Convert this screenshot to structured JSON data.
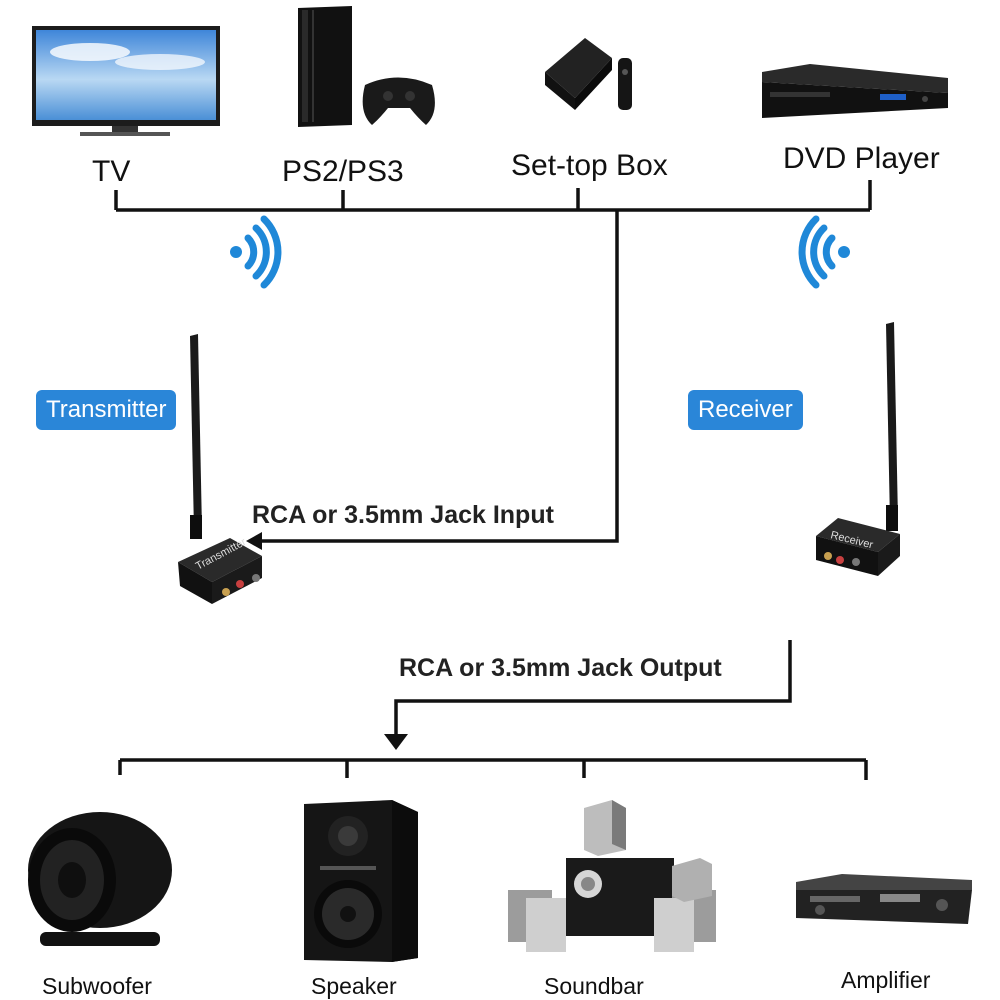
{
  "sources": {
    "tv": "TV",
    "ps": "PS2/PS3",
    "settop": "Set-top Box",
    "dvd": "DVD Player"
  },
  "devices": {
    "transmitter_badge": "Transmitter",
    "receiver_badge": "Receiver",
    "transmitter_print": "Transmitter",
    "receiver_print": "Receiver"
  },
  "connections": {
    "input": "RCA or 3.5mm Jack Input",
    "output": "RCA or 3.5mm Jack Output"
  },
  "outputs": {
    "subwoofer": "Subwoofer",
    "speaker": "Speaker",
    "soundbar": "Soundbar",
    "amplifier": "Amplifier"
  },
  "colors": {
    "accent": "#2a86d8",
    "line": "#111111"
  },
  "icons": [
    "tv-icon",
    "game-console-icon",
    "set-top-box-icon",
    "dvd-player-icon",
    "wireless-signal-icon",
    "transmitter-device",
    "receiver-device",
    "subwoofer-icon",
    "speaker-icon",
    "soundbar-icon",
    "amplifier-icon"
  ]
}
